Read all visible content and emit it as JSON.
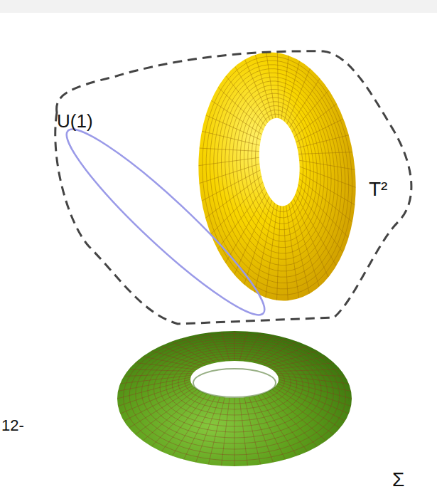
{
  "diagram": {
    "labels": [
      "U(1)",
      "T²",
      "Σ",
      "12-"
    ]
  }
}
